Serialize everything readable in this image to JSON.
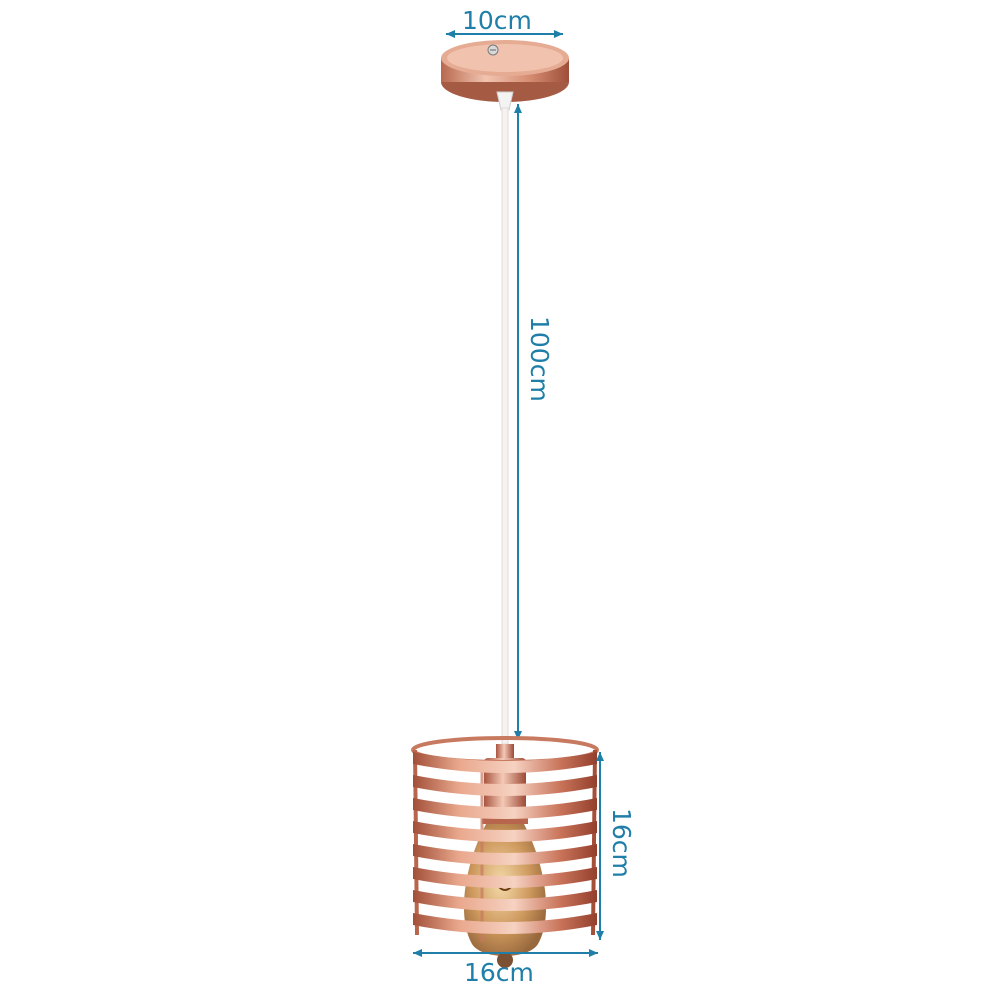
{
  "dimensions": {
    "canopy_width": "10cm",
    "cable_length": "100cm",
    "shade_height": "16cm",
    "shade_width": "16cm"
  },
  "colors": {
    "dimension_blue": "#1f7fa8",
    "rose_gold": "#d89075",
    "rose_gold_dark": "#a9553f",
    "cable_white": "#f4f4f4",
    "bulb_amber": "#c98f4e"
  },
  "icons": {
    "product": "pendant-lamp-cage"
  }
}
